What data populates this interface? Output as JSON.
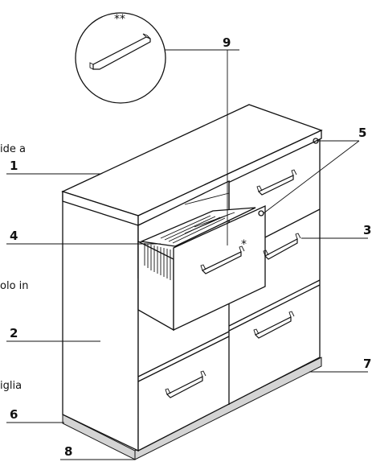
{
  "callouts": {
    "c1": "1",
    "c2": "2",
    "c3": "3",
    "c4": "4",
    "c5": "5",
    "c6": "6",
    "c7": "7",
    "c8": "8",
    "c9": "9"
  },
  "side_text": {
    "t1": "ide a",
    "t2": "olo in",
    "t3": "iglia"
  },
  "markers": {
    "single": "*",
    "double": "**"
  },
  "colors": {
    "line": "#111111",
    "plinth": "#d4d4d4",
    "background": "#ffffff"
  }
}
